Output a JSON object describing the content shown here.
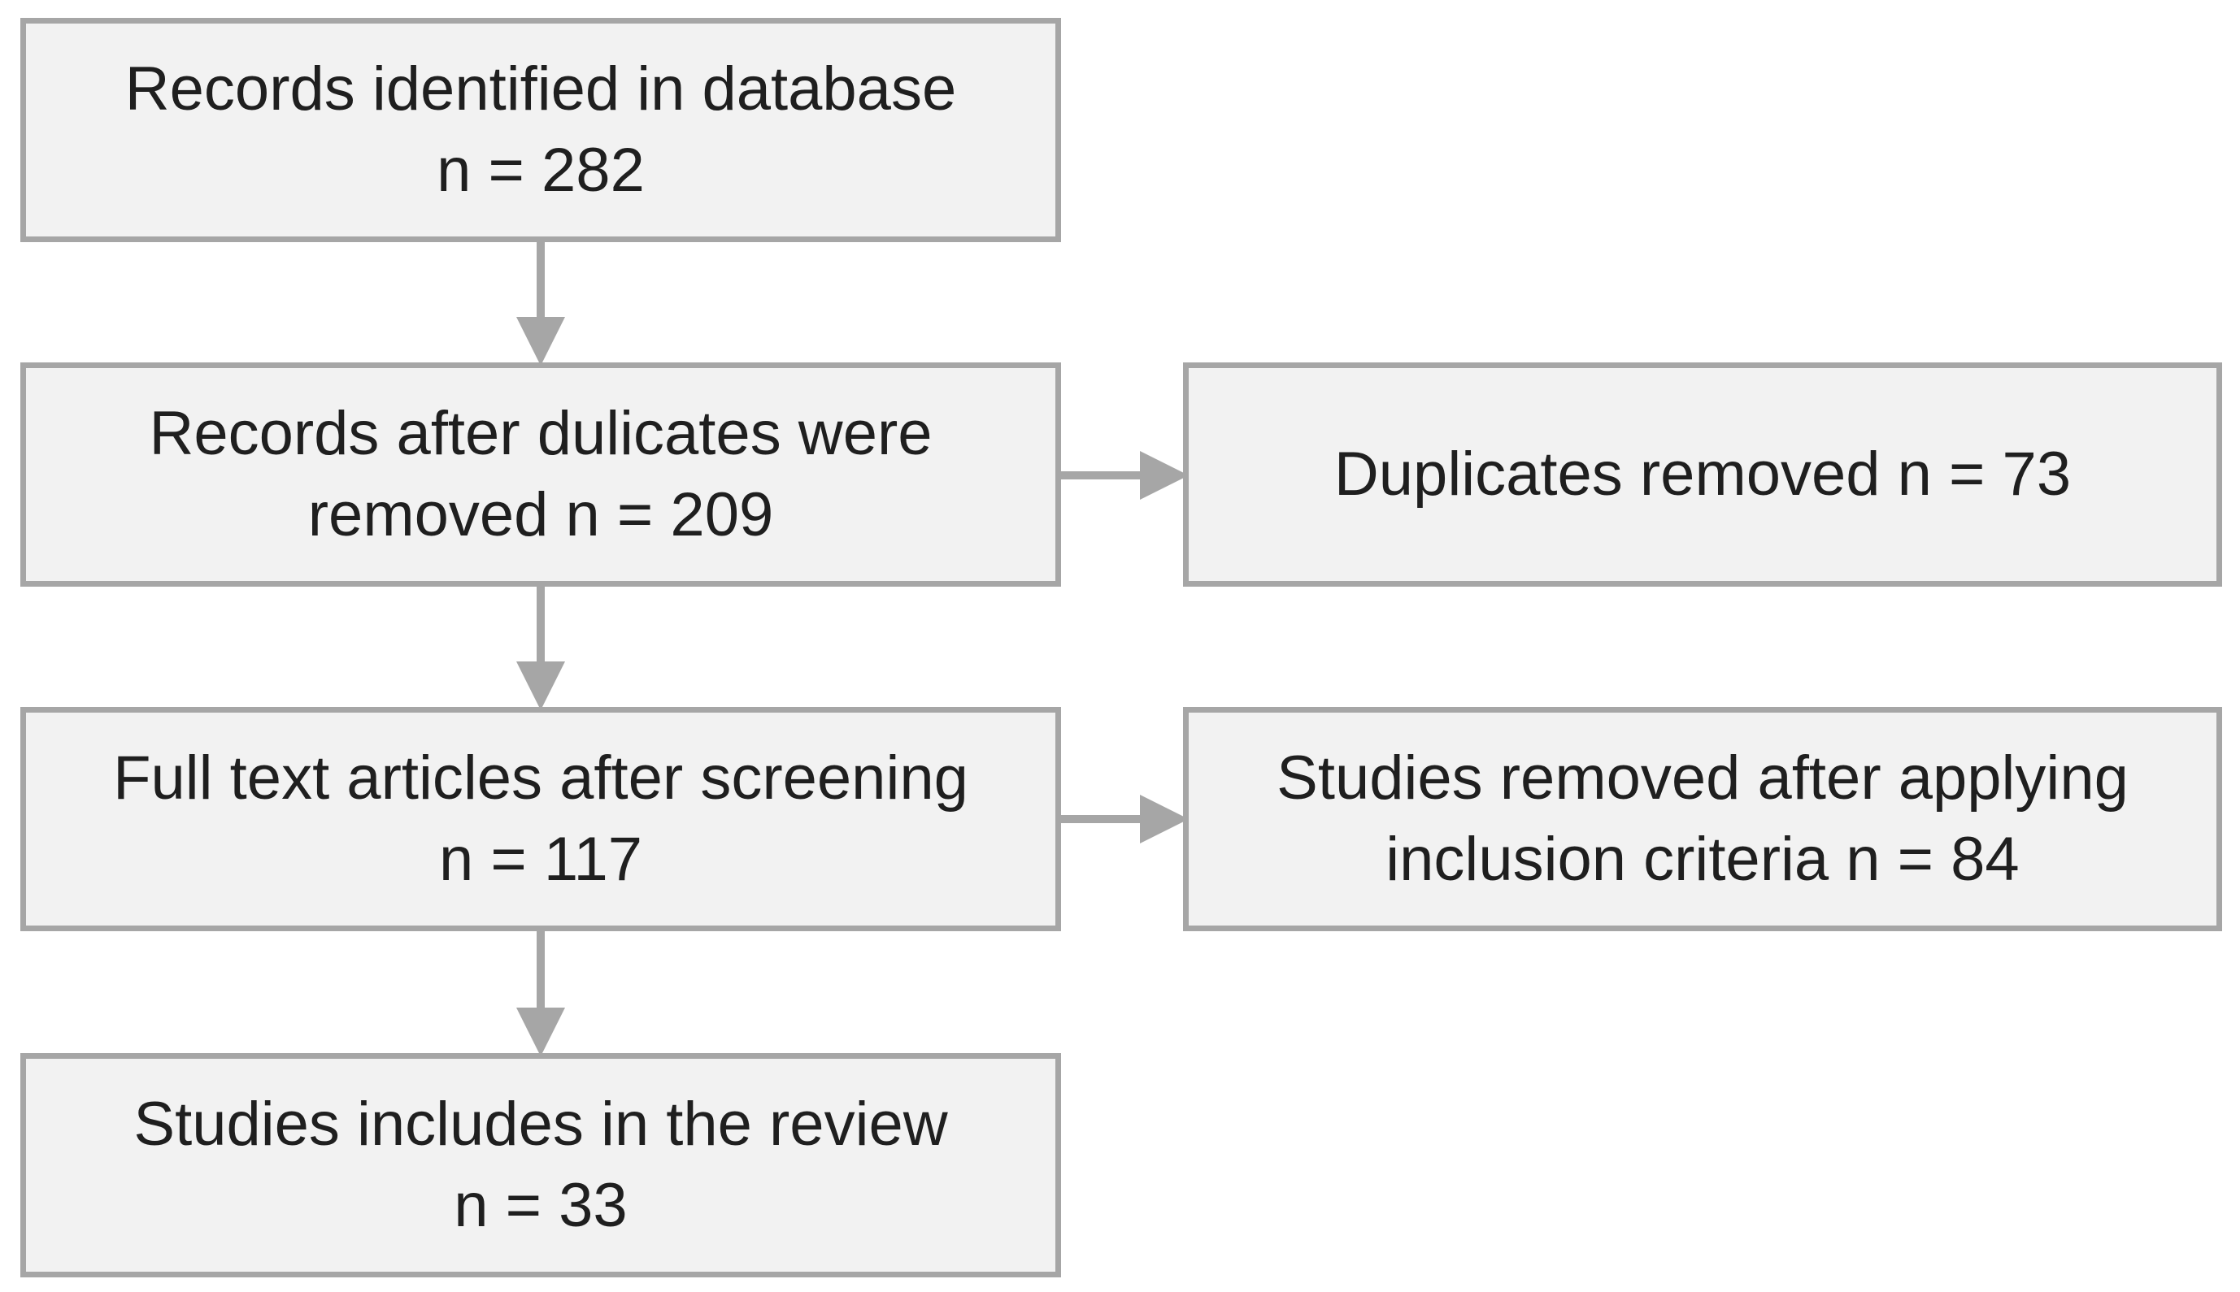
{
  "colors": {
    "box_fill": "#f2f2f2",
    "box_border": "#a6a6a6",
    "arrow": "#a6a6a6",
    "text": "#1f1f1f"
  },
  "boxes": {
    "identified": {
      "line1": "Records identified in database",
      "line2": "n = 282"
    },
    "after_duplicates": {
      "line1": "Records after dulicates were",
      "line2": "removed n = 209"
    },
    "duplicates_removed": {
      "line1": "Duplicates removed n = 73"
    },
    "after_screening": {
      "line1": "Full text articles after screening",
      "line2": "n = 117"
    },
    "excluded": {
      "line1": "Studies removed after applying",
      "line2": "inclusion criteria n = 84"
    },
    "included": {
      "line1": "Studies includes in the review",
      "line2": "n = 33"
    }
  }
}
